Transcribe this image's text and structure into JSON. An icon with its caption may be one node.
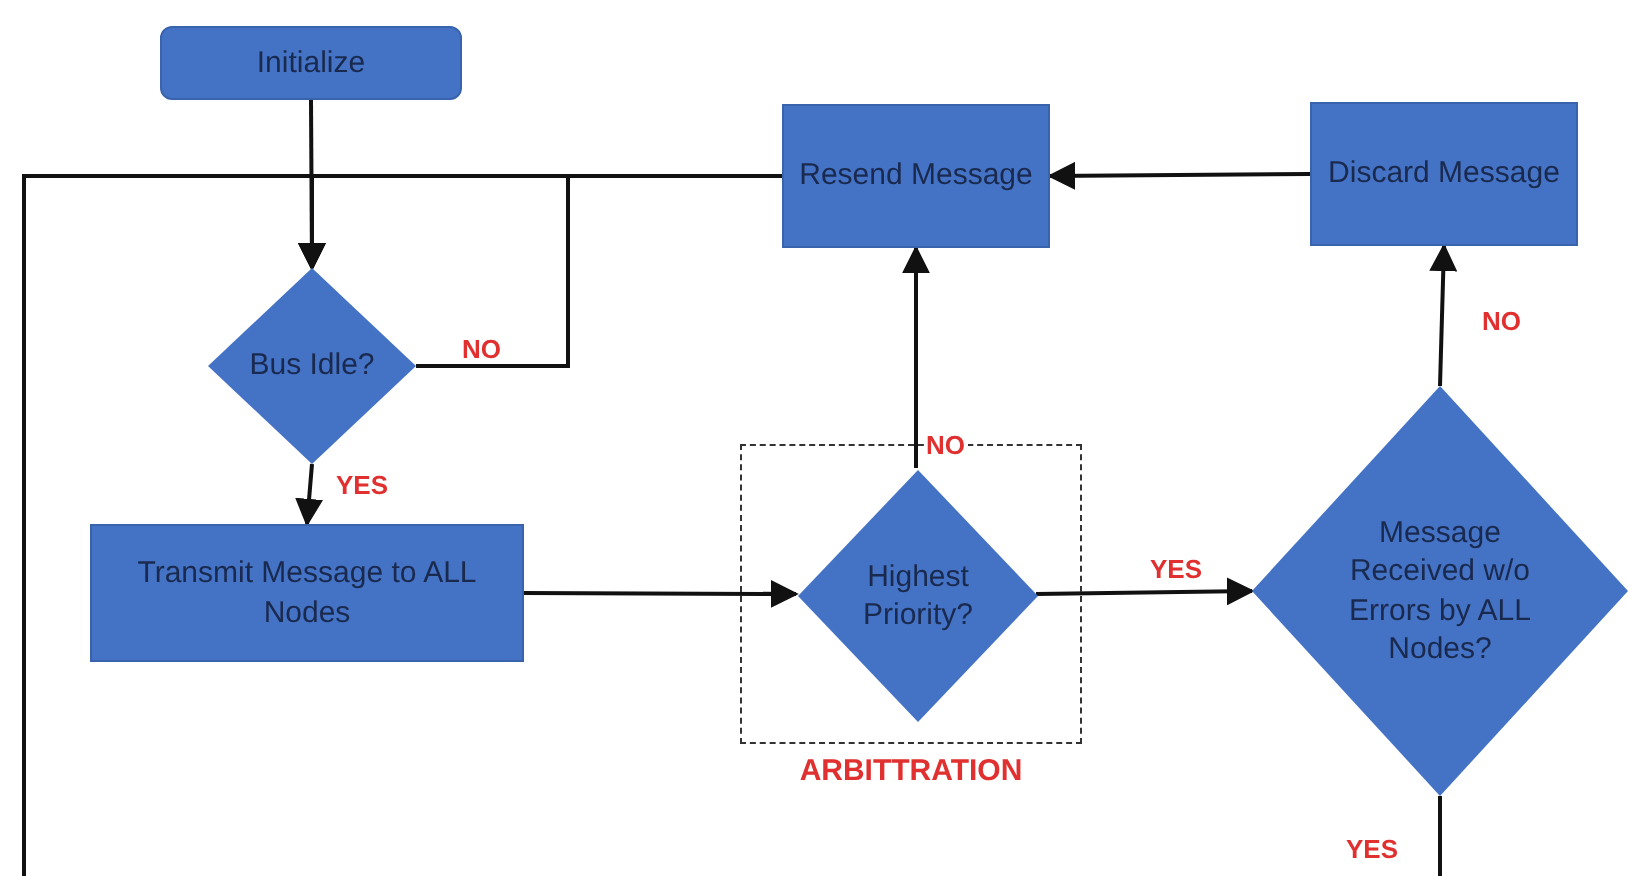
{
  "diagram": {
    "nodes": [
      {
        "text": [
          "Initialize"
        ]
      },
      {
        "text": [
          "Resend Message"
        ]
      },
      {
        "text": [
          "Discard Message"
        ]
      },
      {
        "text": [
          "Bus Idle?"
        ]
      },
      {
        "text": [
          "Transmit Message to ALL Nodes"
        ]
      },
      {
        "text": [
          "ARBITTRATION"
        ]
      },
      {
        "text": [
          "Highest Priority?"
        ],
        "in": 5
      },
      {
        "text": [
          "Message Received w/o Errors by ALL Nodes?"
        ]
      }
    ],
    "edges": [
      {
        "from": 0,
        "to": 3,
        "arrow": "to"
      },
      {
        "from": 3,
        "to": 3,
        "arrow": "to",
        "label": "NO"
      },
      {
        "from": 1,
        "to": 3,
        "arrow": "to"
      },
      {
        "from": null,
        "to": 3,
        "arrow": "to"
      },
      {
        "from": 3,
        "to": 4,
        "arrow": "to",
        "label": "YES"
      },
      {
        "from": 4,
        "to": 6,
        "arrow": "to"
      },
      {
        "from": 6,
        "to": 1,
        "arrow": "to",
        "label": "NO"
      },
      {
        "from": 6,
        "to": 7,
        "arrow": "to",
        "label": "YES"
      },
      {
        "from": 7,
        "to": 2,
        "arrow": "to",
        "label": "NO"
      },
      {
        "from": 2,
        "to": 1,
        "arrow": "to"
      },
      {
        "from": 7,
        "to": null,
        "arrow": "none",
        "label": "YES"
      }
    ]
  }
}
